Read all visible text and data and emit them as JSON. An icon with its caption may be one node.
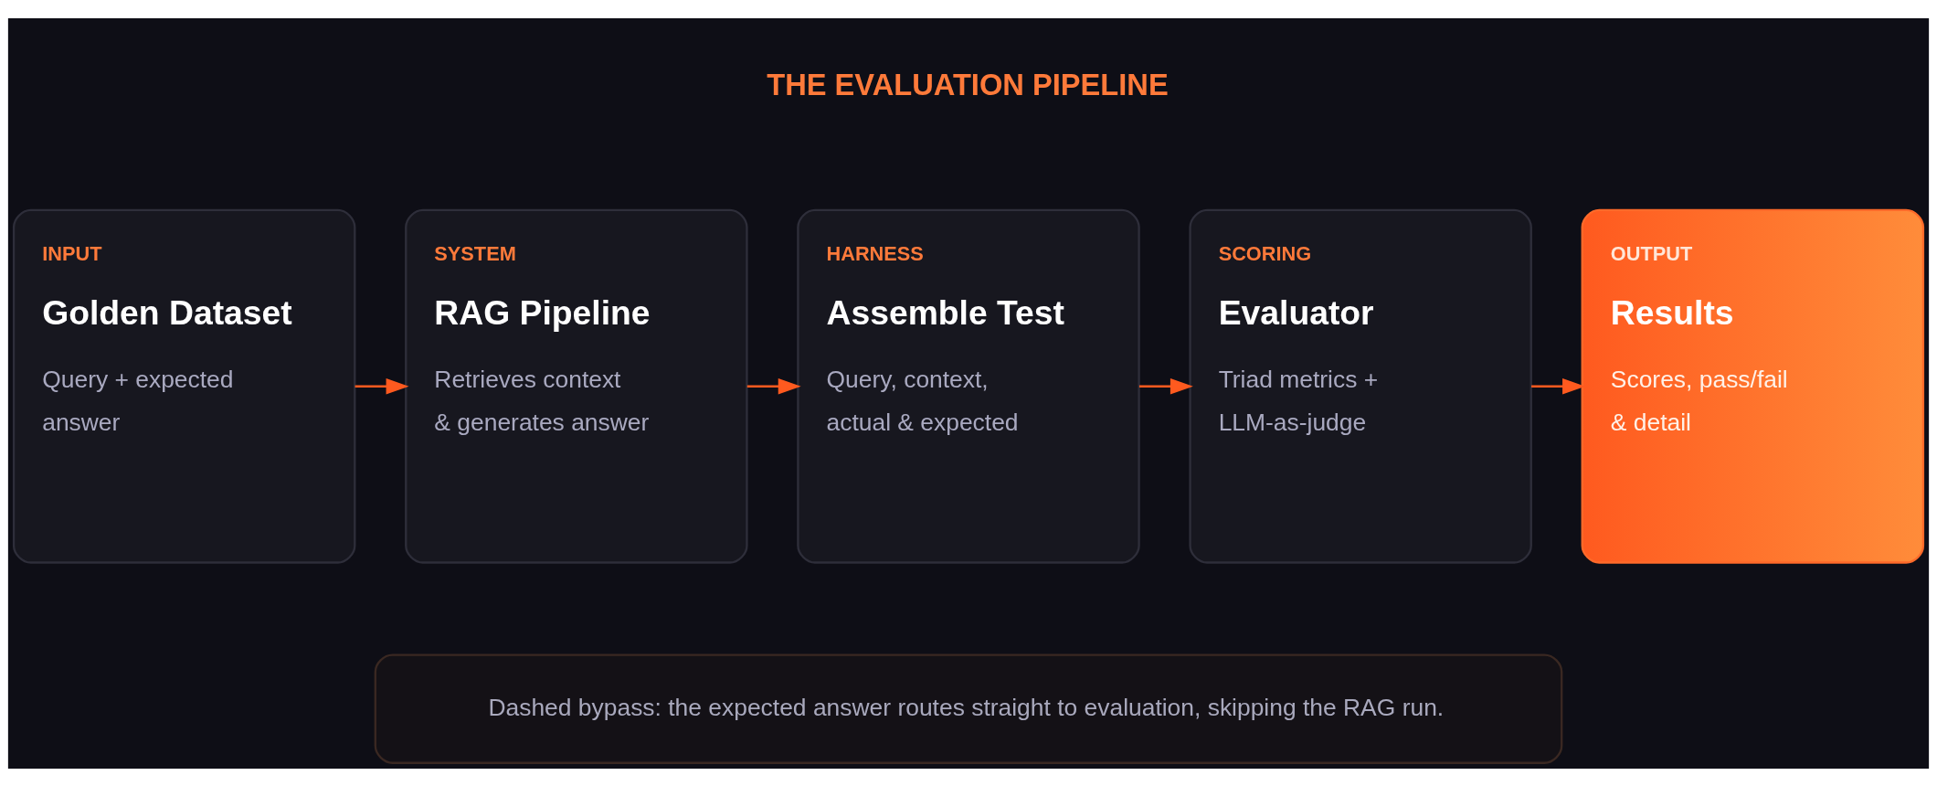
{
  "diagram": {
    "title": "THE EVALUATION PIPELINE",
    "nodes": [
      {
        "text": [
          "INPUT",
          "Golden Dataset",
          "Query + expected answer"
        ]
      },
      {
        "text": [
          "SYSTEM",
          "RAG Pipeline",
          "Retrieves context & generates answer"
        ]
      },
      {
        "text": [
          "HARNESS",
          "Assemble Test",
          "Query, context, actual & expected"
        ]
      },
      {
        "text": [
          "SCORING",
          "Evaluator",
          "Triad metrics + LLM-as-judge"
        ]
      },
      {
        "text": [
          "OUTPUT",
          "Results",
          "Scores, pass/fail & detail"
        ]
      },
      {
        "text": [
          "Dashed bypass: the expected answer routes straight to evaluation, skipping the RAG run."
        ]
      }
    ],
    "edges": [
      {
        "from": 0,
        "to": 1,
        "arrow": "to"
      },
      {
        "from": 1,
        "to": 2,
        "arrow": "to"
      },
      {
        "from": 2,
        "to": 3,
        "arrow": "to"
      },
      {
        "from": 3,
        "to": 4,
        "arrow": "to"
      }
    ]
  }
}
